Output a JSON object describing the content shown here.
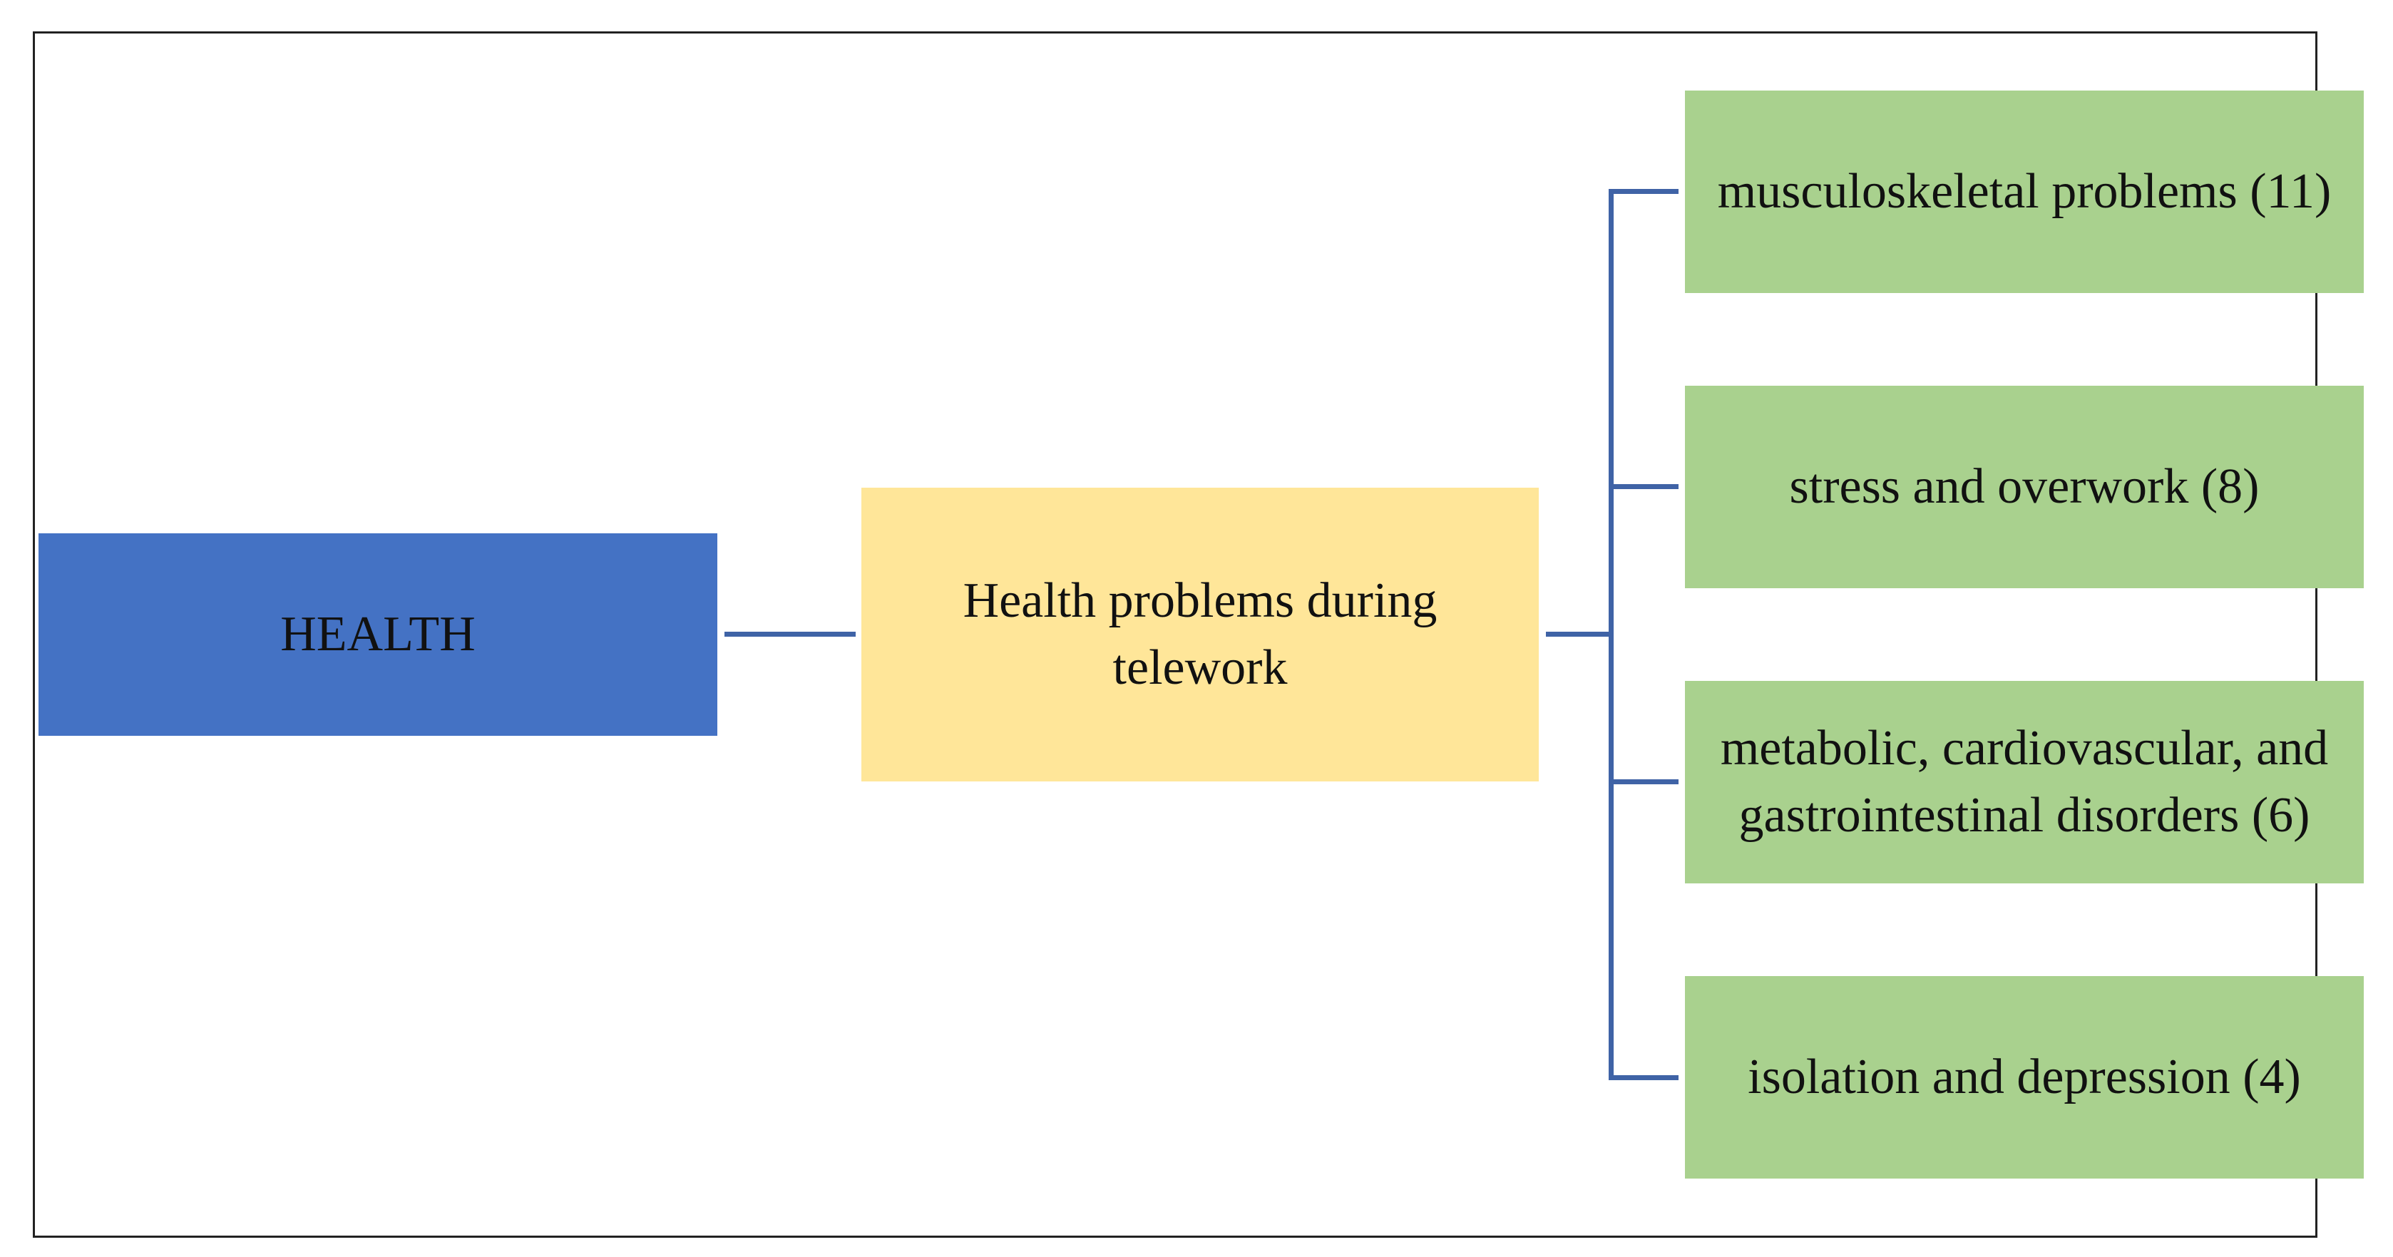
{
  "diagram": {
    "root": {
      "label": "HEALTH"
    },
    "category": {
      "label": "Health problems during telework"
    },
    "items": [
      {
        "label": "musculoskeletal problems (11)"
      },
      {
        "label": "stress and overwork (8)"
      },
      {
        "label": "metabolic, cardiovascular, and gastrointestinal disorders (6)"
      },
      {
        "label": "isolation and depression (4)"
      }
    ],
    "colors": {
      "root": "#4472c4",
      "category": "#ffe699",
      "items": "#a9d18e",
      "connector": "#3f63a6",
      "border": "#222222"
    }
  }
}
